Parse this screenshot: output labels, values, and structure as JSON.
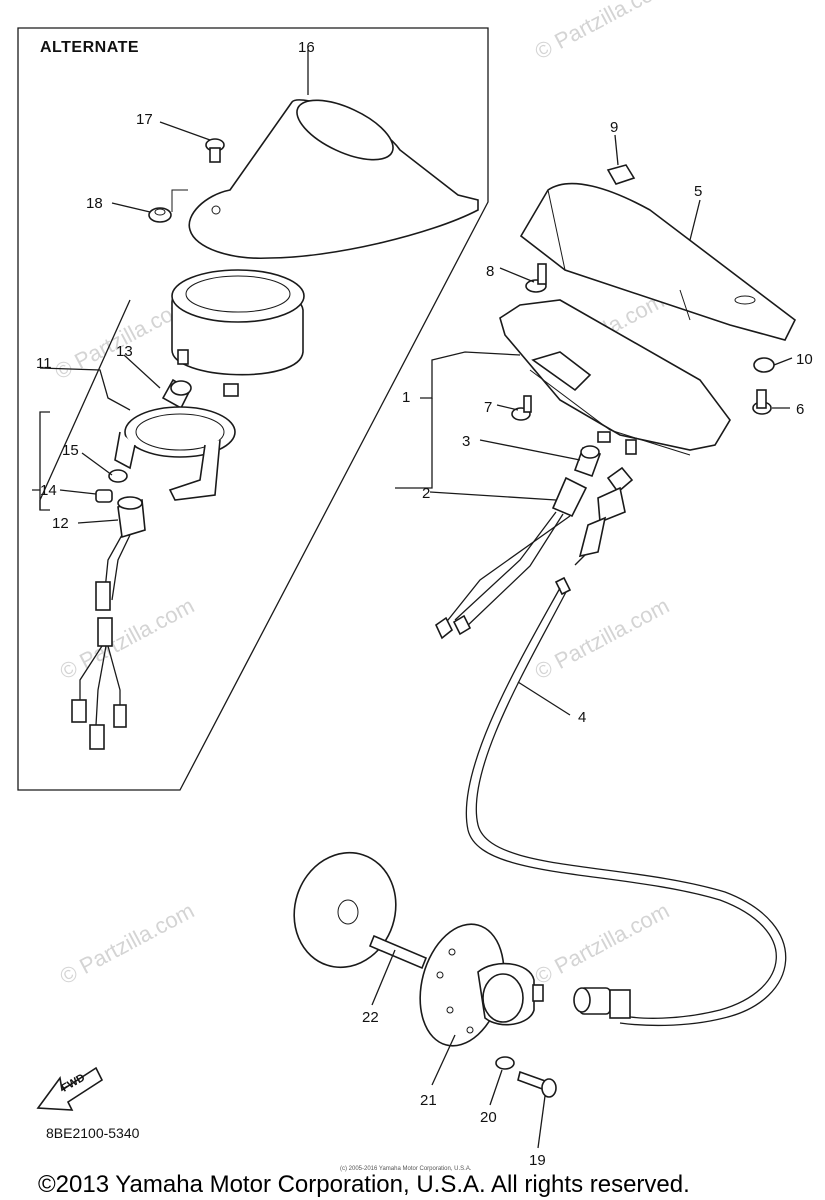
{
  "diagram": {
    "alternate_label": "ALTERNATE",
    "drawing_code": "8BE2100-5340",
    "fwd_label": "FWD",
    "watermark": "© Partzilla.com",
    "small_copyright": "(c) 2005-2016 Yamaha Motor Corporation, U.S.A.",
    "footer": "©2013 Yamaha Motor Corporation, U.S.A. All rights reserved.",
    "callouts": [
      "1",
      "2",
      "3",
      "4",
      "5",
      "6",
      "7",
      "8",
      "9",
      "10",
      "11",
      "12",
      "13",
      "14",
      "15",
      "16",
      "17",
      "18",
      "19",
      "20",
      "21",
      "22"
    ]
  }
}
